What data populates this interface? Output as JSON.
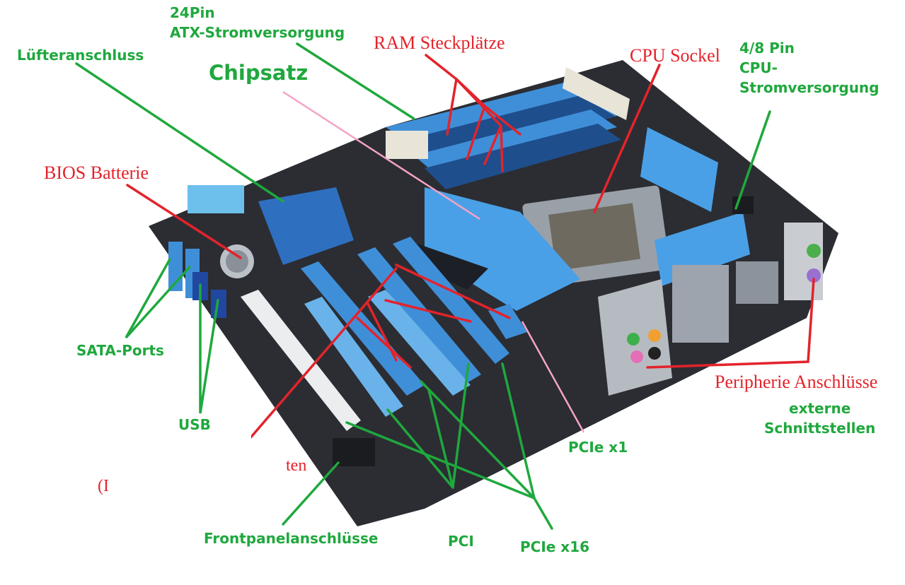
{
  "labels": {
    "atx_power": [
      "24Pin",
      "ATX-Stromversorgung"
    ],
    "ram_slots": "RAM Steckplätze",
    "cpu_socket": "CPU Sockel",
    "cpu_power": [
      "4/8 Pin",
      "CPU-",
      "Stromversorgung"
    ],
    "fan_header": "Lüfteranschluss",
    "chipset": "Chipsatz",
    "bios_battery": "BIOS Batterie",
    "sata_ports": "SATA-Ports",
    "usb": "USB",
    "peripheral_ports": "Peripherie Anschlüsse",
    "external_interfaces": [
      "externe",
      "Schnittstellen"
    ],
    "pcie_x1": "PCIe x1",
    "pci": "PCI",
    "pcie_x16": "PCIe x16",
    "front_panel": "Frontpanelanschlüsse",
    "partial_text_1": "ten",
    "partial_text_2": "(I"
  },
  "colors": {
    "green_label": "#1fa83d",
    "red_label": "#e3232b",
    "pink_line": "#f5a3c7",
    "board": "#2b2d33",
    "slot_blue": "#3f8fd8",
    "heatsink_blue": "#4aa0e6"
  }
}
